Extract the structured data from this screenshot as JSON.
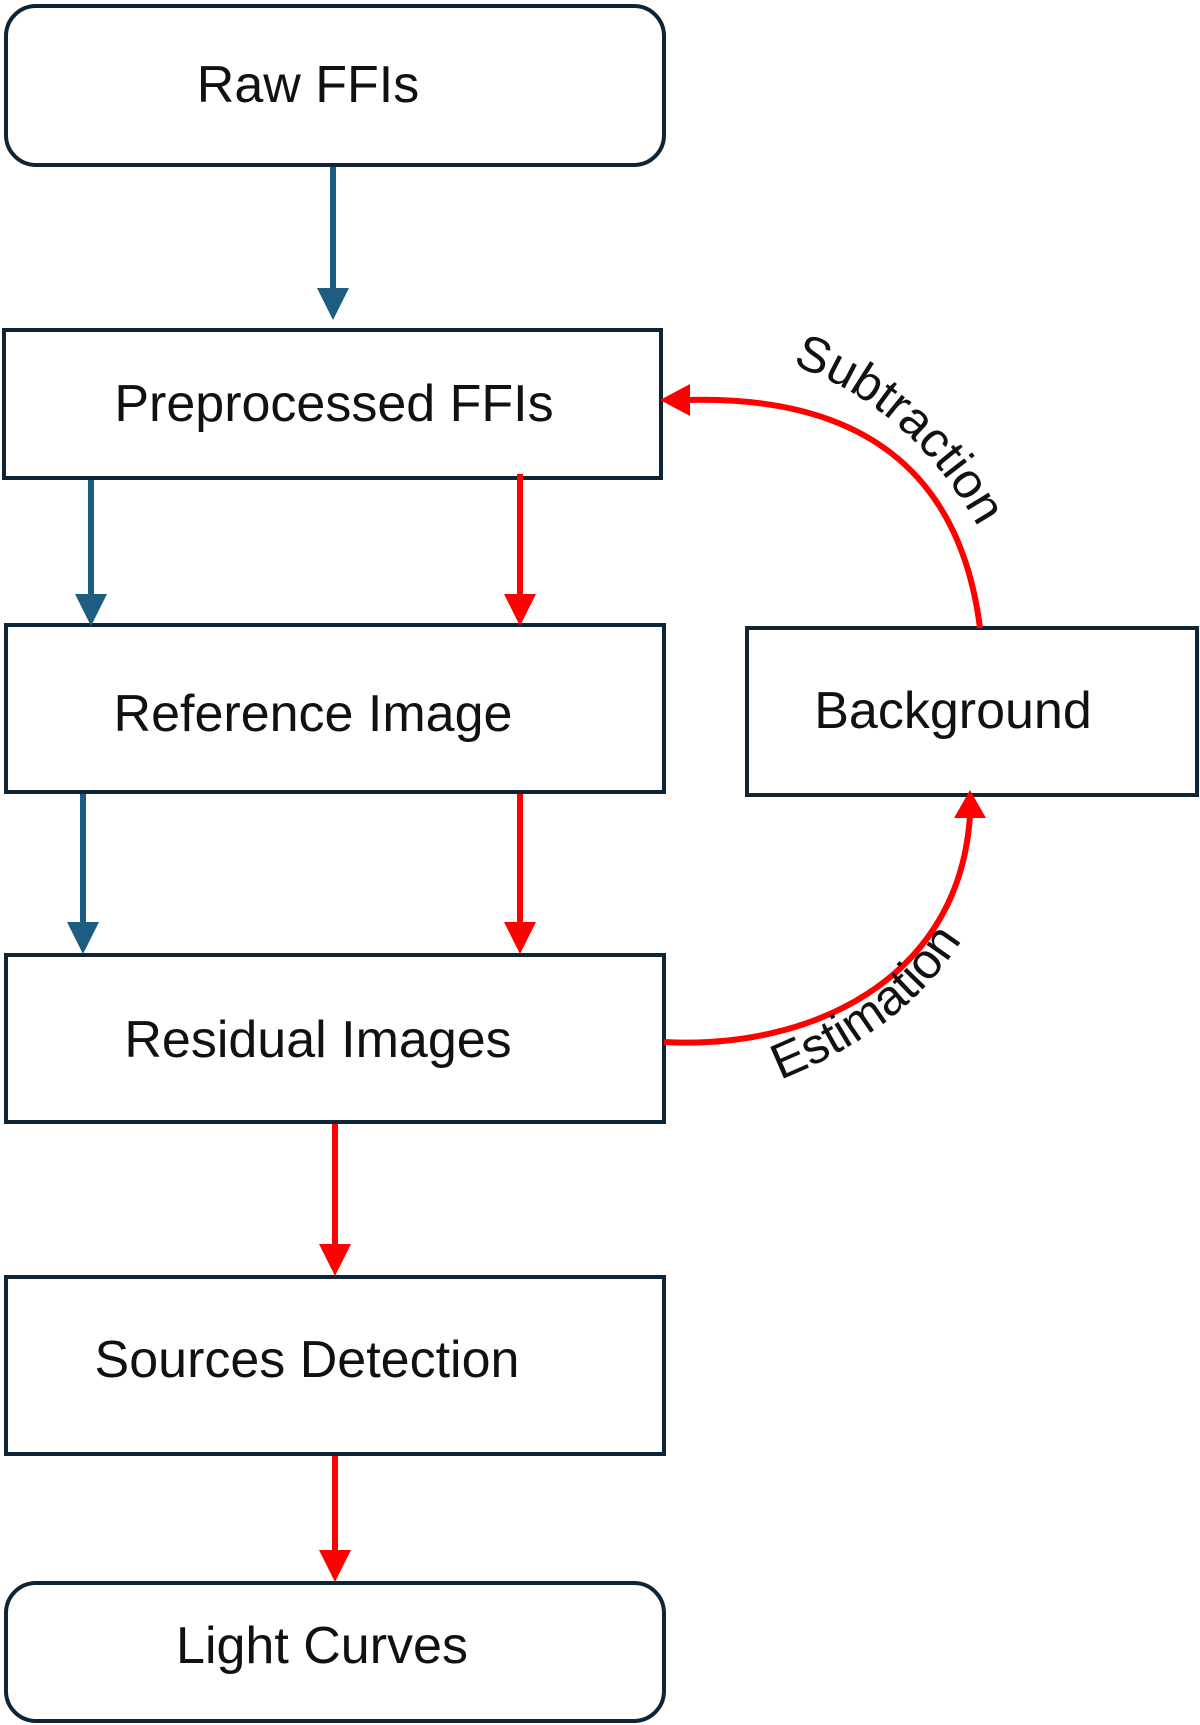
{
  "colors": {
    "blue_arrow": "#1d5d82",
    "red_arrow": "#ff0000",
    "box_stroke": "#0f2536"
  },
  "nodes": {
    "raw_ffis": "Raw FFIs",
    "preprocessed_ffis": "Preprocessed FFIs",
    "reference_image": "Reference Image",
    "residual_images": "Residual Images",
    "sources_detection": "Sources Detection",
    "light_curves": "Light Curves",
    "background": "Background"
  },
  "edge_labels": {
    "subtraction": "Subtraction",
    "estimation": "Estimation"
  }
}
